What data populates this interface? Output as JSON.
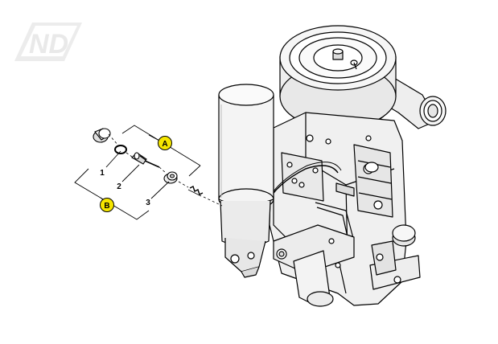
{
  "logo": {
    "text": "ND"
  },
  "callouts": [
    {
      "id": "A",
      "label": "A"
    },
    {
      "id": "B",
      "label": "B"
    }
  ],
  "item_numbers": [
    {
      "label": "1"
    },
    {
      "label": "2"
    },
    {
      "label": "3"
    }
  ],
  "colors": {
    "callout_fill": "#f5e600",
    "line": "#000000",
    "logo": "#e7e7e7",
    "engine_fill": "#f2f2f2",
    "engine_dark": "#d9d9d9"
  }
}
